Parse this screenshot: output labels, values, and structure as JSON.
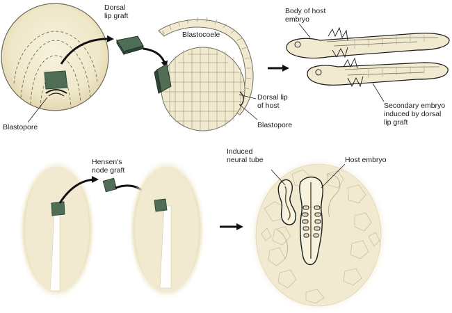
{
  "colors": {
    "egg_fill": "#f1ead0",
    "egg_stroke": "#6b6b5a",
    "graft_green": "#4f6e55",
    "graft_dark": "#3c5844",
    "arrow": "#111111",
    "tissue_line": "#a59e83",
    "outline": "#1a1a1a"
  },
  "labels": {
    "dorsal_lip_graft": [
      "Dorsal",
      "lip graft"
    ],
    "blastocoele": "Blastocoele",
    "body_of_host_embryo": [
      "Body of host",
      "embryo"
    ],
    "dorsal_lip_of_host": [
      "Dorsal lip",
      "of host"
    ],
    "blastopore_left": "Blastopore",
    "blastopore_right": "Blastopore",
    "secondary_embryo": [
      "Secondary embryo",
      "induced by dorsal",
      "lip graft"
    ],
    "hensens_node_graft": [
      "Hensen's",
      "node graft"
    ],
    "induced_neural_tube": [
      "Induced",
      "neural tube"
    ],
    "host_embryo": "Host embryo"
  },
  "icons": [
    "graft-square",
    "flow-arrow",
    "embryo-outline",
    "cell-cluster"
  ]
}
